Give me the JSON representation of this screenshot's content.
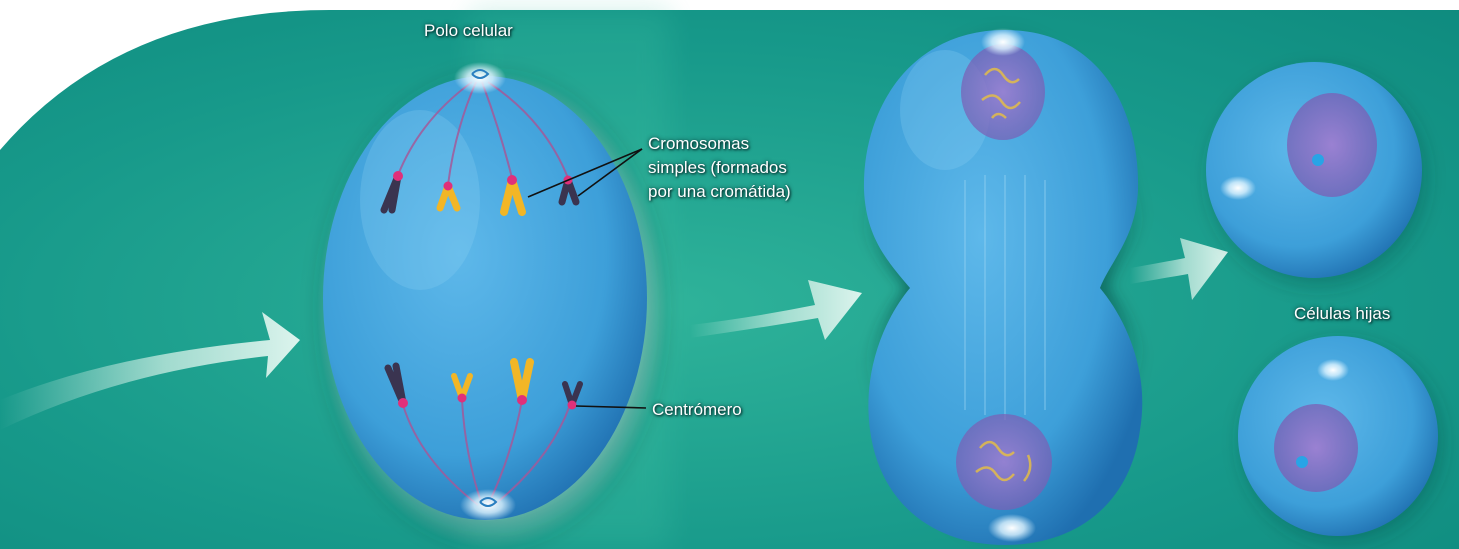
{
  "labels": {
    "cell_pole": "Polo celular",
    "chromosomes_line1": "Cromosomas",
    "chromosomes_line2": "simples (formados",
    "chromosomes_line3": "por una cromátida)",
    "centromere": "Centrómero",
    "daughter_cells": "Células hijas"
  },
  "colors": {
    "background": "#17998a",
    "background_light": "#2fb39a",
    "cell_body": "#3d9fd9",
    "cell_edge": "#1f6fb0",
    "chromosome_yellow": "#f2b626",
    "chromosome_dark": "#3a3450",
    "centromere": "#e0307a",
    "nucleus": "#8f6dc0",
    "arrow": "#cdeee4"
  }
}
